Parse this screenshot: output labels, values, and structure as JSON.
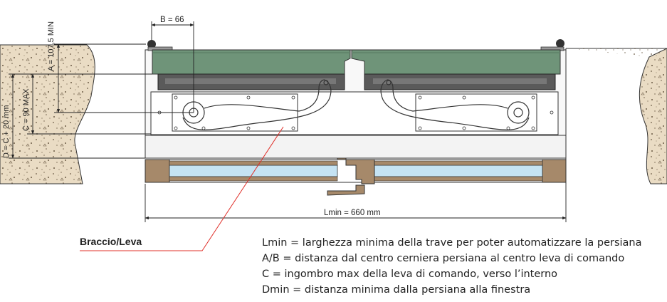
{
  "dimensions": {
    "b": "B = 66",
    "a": "A = 107,5 MIN",
    "c": "C = 90 MAX",
    "d": "D = C + 20 mm",
    "lmin": "Lmin = 660 mm"
  },
  "callout": {
    "label": "Braccio/Leva"
  },
  "legend": [
    "Lmin = larghezza minima della trave per poter automatizzare la persiana",
    "A/B = distanza dal centro cerniera persiana al centro leva di comando",
    "C = ingombro max della leva di comando, verso l’interno",
    "Dmin = distanza minima dalla persiana alla finestra"
  ],
  "colors": {
    "shutter_green": "#6f9479",
    "wall_fill": "#eadcc4",
    "glass": "#c5e3f3",
    "frame_wood": "#a6896a",
    "callout_line": "#e0302a"
  }
}
